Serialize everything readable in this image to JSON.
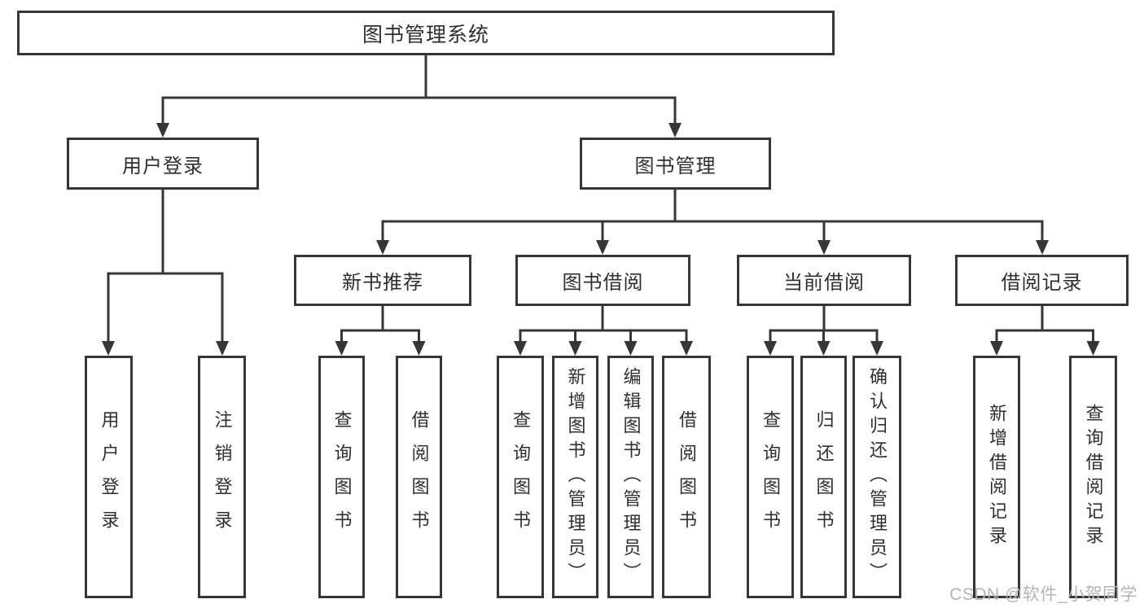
{
  "colors": {
    "line": "#363636",
    "text": "#2f2f2f",
    "box-bg": "#ffffff",
    "watermark": "#b4b4b4"
  },
  "watermark": "CSDN @软件_小贺同学",
  "tree": {
    "label": "图书管理系统",
    "children": [
      {
        "label": "用户登录",
        "children": [
          {
            "label": "用户登录"
          },
          {
            "label": "注销登录"
          }
        ]
      },
      {
        "label": "图书管理",
        "children": [
          {
            "label": "新书推荐",
            "children": [
              {
                "label": "查询图书"
              },
              {
                "label": "借阅图书"
              }
            ]
          },
          {
            "label": "图书借阅",
            "children": [
              {
                "label": "查询图书"
              },
              {
                "label": "新增图书（管理员）"
              },
              {
                "label": "编辑图书（管理员）"
              },
              {
                "label": "借阅图书"
              }
            ]
          },
          {
            "label": "当前借阅",
            "children": [
              {
                "label": "查询图书"
              },
              {
                "label": "归还图书"
              },
              {
                "label": "确认归还（管理员）"
              }
            ]
          },
          {
            "label": "借阅记录",
            "children": [
              {
                "label": "新增借阅记录"
              },
              {
                "label": "查询借阅记录"
              }
            ]
          }
        ]
      }
    ]
  }
}
